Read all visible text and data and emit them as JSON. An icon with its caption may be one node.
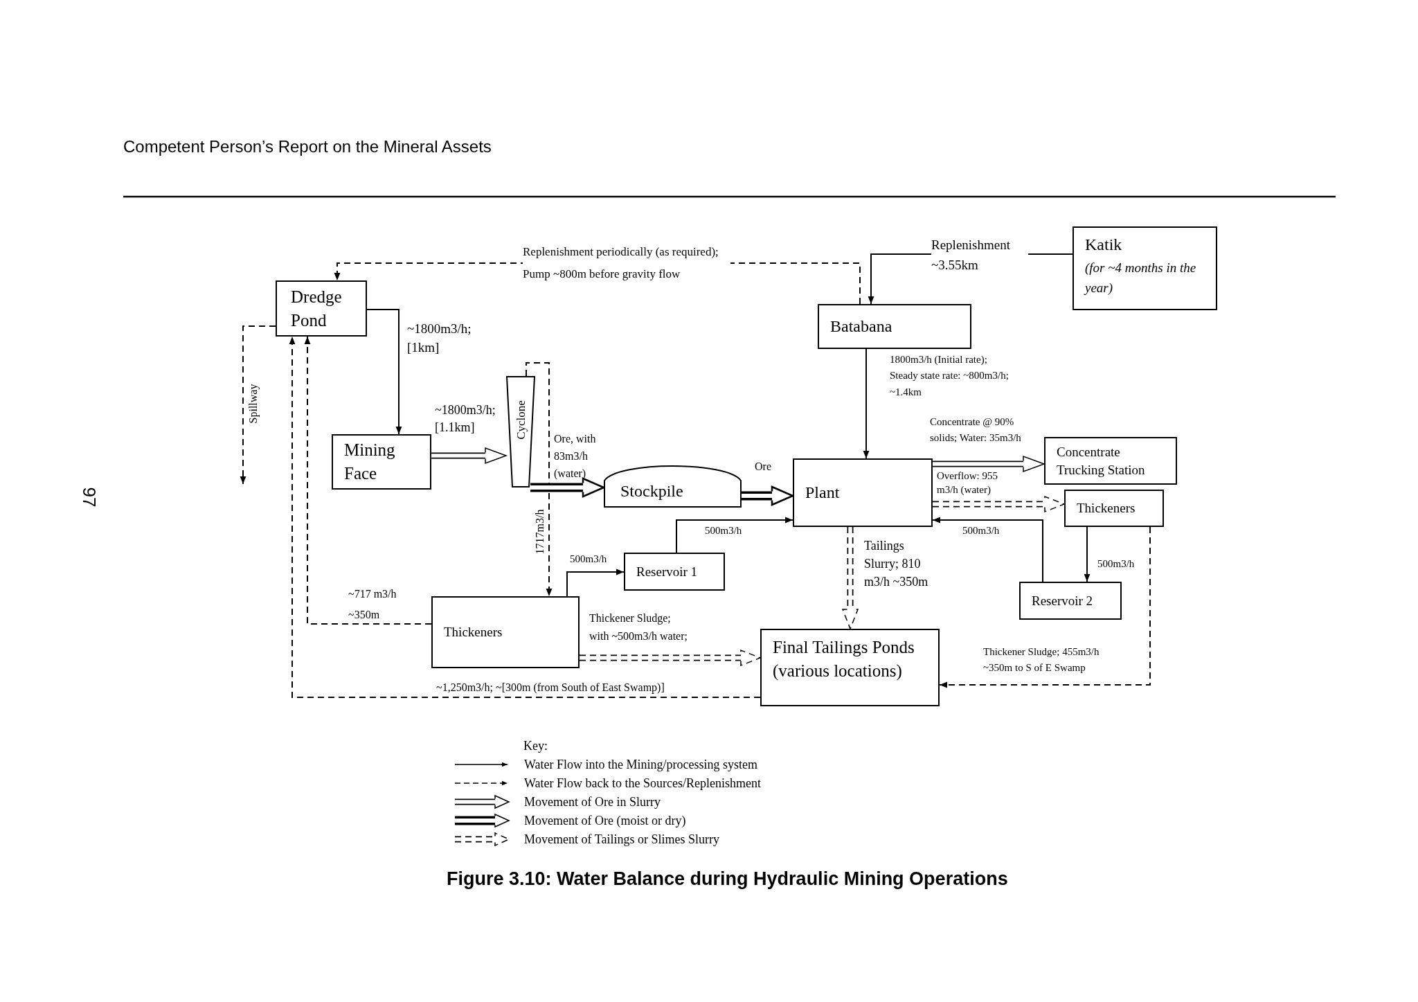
{
  "diagram": {
    "caption": "Figure 3.10: Water Balance during Hydraulic Mining Operations",
    "nodes": [
      {
        "text": [
          "Dredge Pond"
        ]
      },
      {
        "text": [
          "Mining Face"
        ]
      },
      {
        "text": [
          "Cyclone"
        ]
      },
      {
        "text": [
          "Stockpile"
        ]
      },
      {
        "text": [
          "Plant"
        ]
      },
      {
        "text": [
          "Batabana"
        ]
      },
      {
        "text": [
          "Katik",
          "(for ~4 months in the year)"
        ]
      },
      {
        "text": [
          "Concentrate Trucking Station"
        ]
      },
      {
        "text": [
          "Thickeners"
        ]
      },
      {
        "text": [
          "Reservoir 1"
        ]
      },
      {
        "text": [
          "Reservoir 2"
        ]
      },
      {
        "text": [
          "Thickeners"
        ]
      },
      {
        "text": [
          "Final Tailings Ponds (various locations)"
        ]
      }
    ],
    "edges": [
      {
        "from": 0,
        "to": 1,
        "arrow": "to",
        "label": "~1800m3/h; [1km]"
      },
      {
        "from": 1,
        "to": 2,
        "arrow": "to",
        "style": "thick",
        "label": "~1800m3/h; [1.1km]"
      },
      {
        "from": 2,
        "to": 11,
        "arrow": "to",
        "style": "dashed",
        "label": "1717m3/h"
      },
      {
        "from": 2,
        "to": 3,
        "arrow": "to",
        "style": "thick",
        "label": "Ore, with 83m3/h (water)"
      },
      {
        "from": 3,
        "to": 4,
        "arrow": "to",
        "style": "thick",
        "label": "Ore"
      },
      {
        "from": 5,
        "to": 4,
        "arrow": "to",
        "label": "1800m3/h (Initial rate); Steady state rate: ~800m3/h; ~1.4km"
      },
      {
        "from": 6,
        "to": 5,
        "arrow": "to",
        "label": "Replenishment ~3.55km"
      },
      {
        "from": 5,
        "to": 0,
        "arrow": "to",
        "style": "dashed",
        "label": "Replenishment periodically (as required); Pump ~800m before gravity flow"
      },
      {
        "from": 4,
        "to": 7,
        "arrow": "to",
        "style": "thick",
        "label": "Concentrate @ 90% solids; Water: 35m3/h"
      },
      {
        "from": 4,
        "to": 8,
        "arrow": "to",
        "style": "dashed",
        "label": "Overflow: 955 m3/h (water)"
      },
      {
        "from": 8,
        "to": 10,
        "arrow": "to",
        "label": "500m3/h"
      },
      {
        "from": 10,
        "to": 4,
        "arrow": "to",
        "label": "500m3/h"
      },
      {
        "from": 8,
        "to": 12,
        "arrow": "to",
        "style": "dashed",
        "label": "Thickener Sludge; 455m3/h ~350m to S of E Swamp"
      },
      {
        "from": 4,
        "to": 12,
        "arrow": "to",
        "style": "dashed",
        "label": "Tailings Slurry; 810 m3/h ~350m"
      },
      {
        "from": 11,
        "to": 9,
        "arrow": "to",
        "label": "500m3/h"
      },
      {
        "from": 9,
        "to": 4,
        "arrow": "to",
        "label": "500m3/h"
      },
      {
        "from": 11,
        "to": 12,
        "arrow": "to",
        "style": "dashed",
        "label": "Thickener Sludge; with ~500m3/h water;"
      },
      {
        "from": 11,
        "to": 0,
        "arrow": "to",
        "style": "dashed",
        "label": "~717 m3/h ~350m"
      },
      {
        "from": 12,
        "to": 0,
        "arrow": "to",
        "style": "dashed",
        "label": "~1,250m3/h; ~[300m (from South of East Swamp)]"
      },
      {
        "from": 0,
        "to": null,
        "arrow": "to",
        "style": "dashed",
        "label": "Spillway"
      }
    ],
    "labels": [
      "Competent Person’s Report on the Mineral Assets",
      "97",
      "Key:"
    ],
    "legend": [
      {
        "text": "Water Flow into the Mining/processing system"
      },
      {
        "text": "Water Flow back to the Sources/Replenishment"
      },
      {
        "text": "Movement of Ore in Slurry"
      },
      {
        "text": "Movement of Ore (moist or dry)"
      },
      {
        "text": "Movement of Tailings or Slimes Slurry"
      }
    ]
  }
}
